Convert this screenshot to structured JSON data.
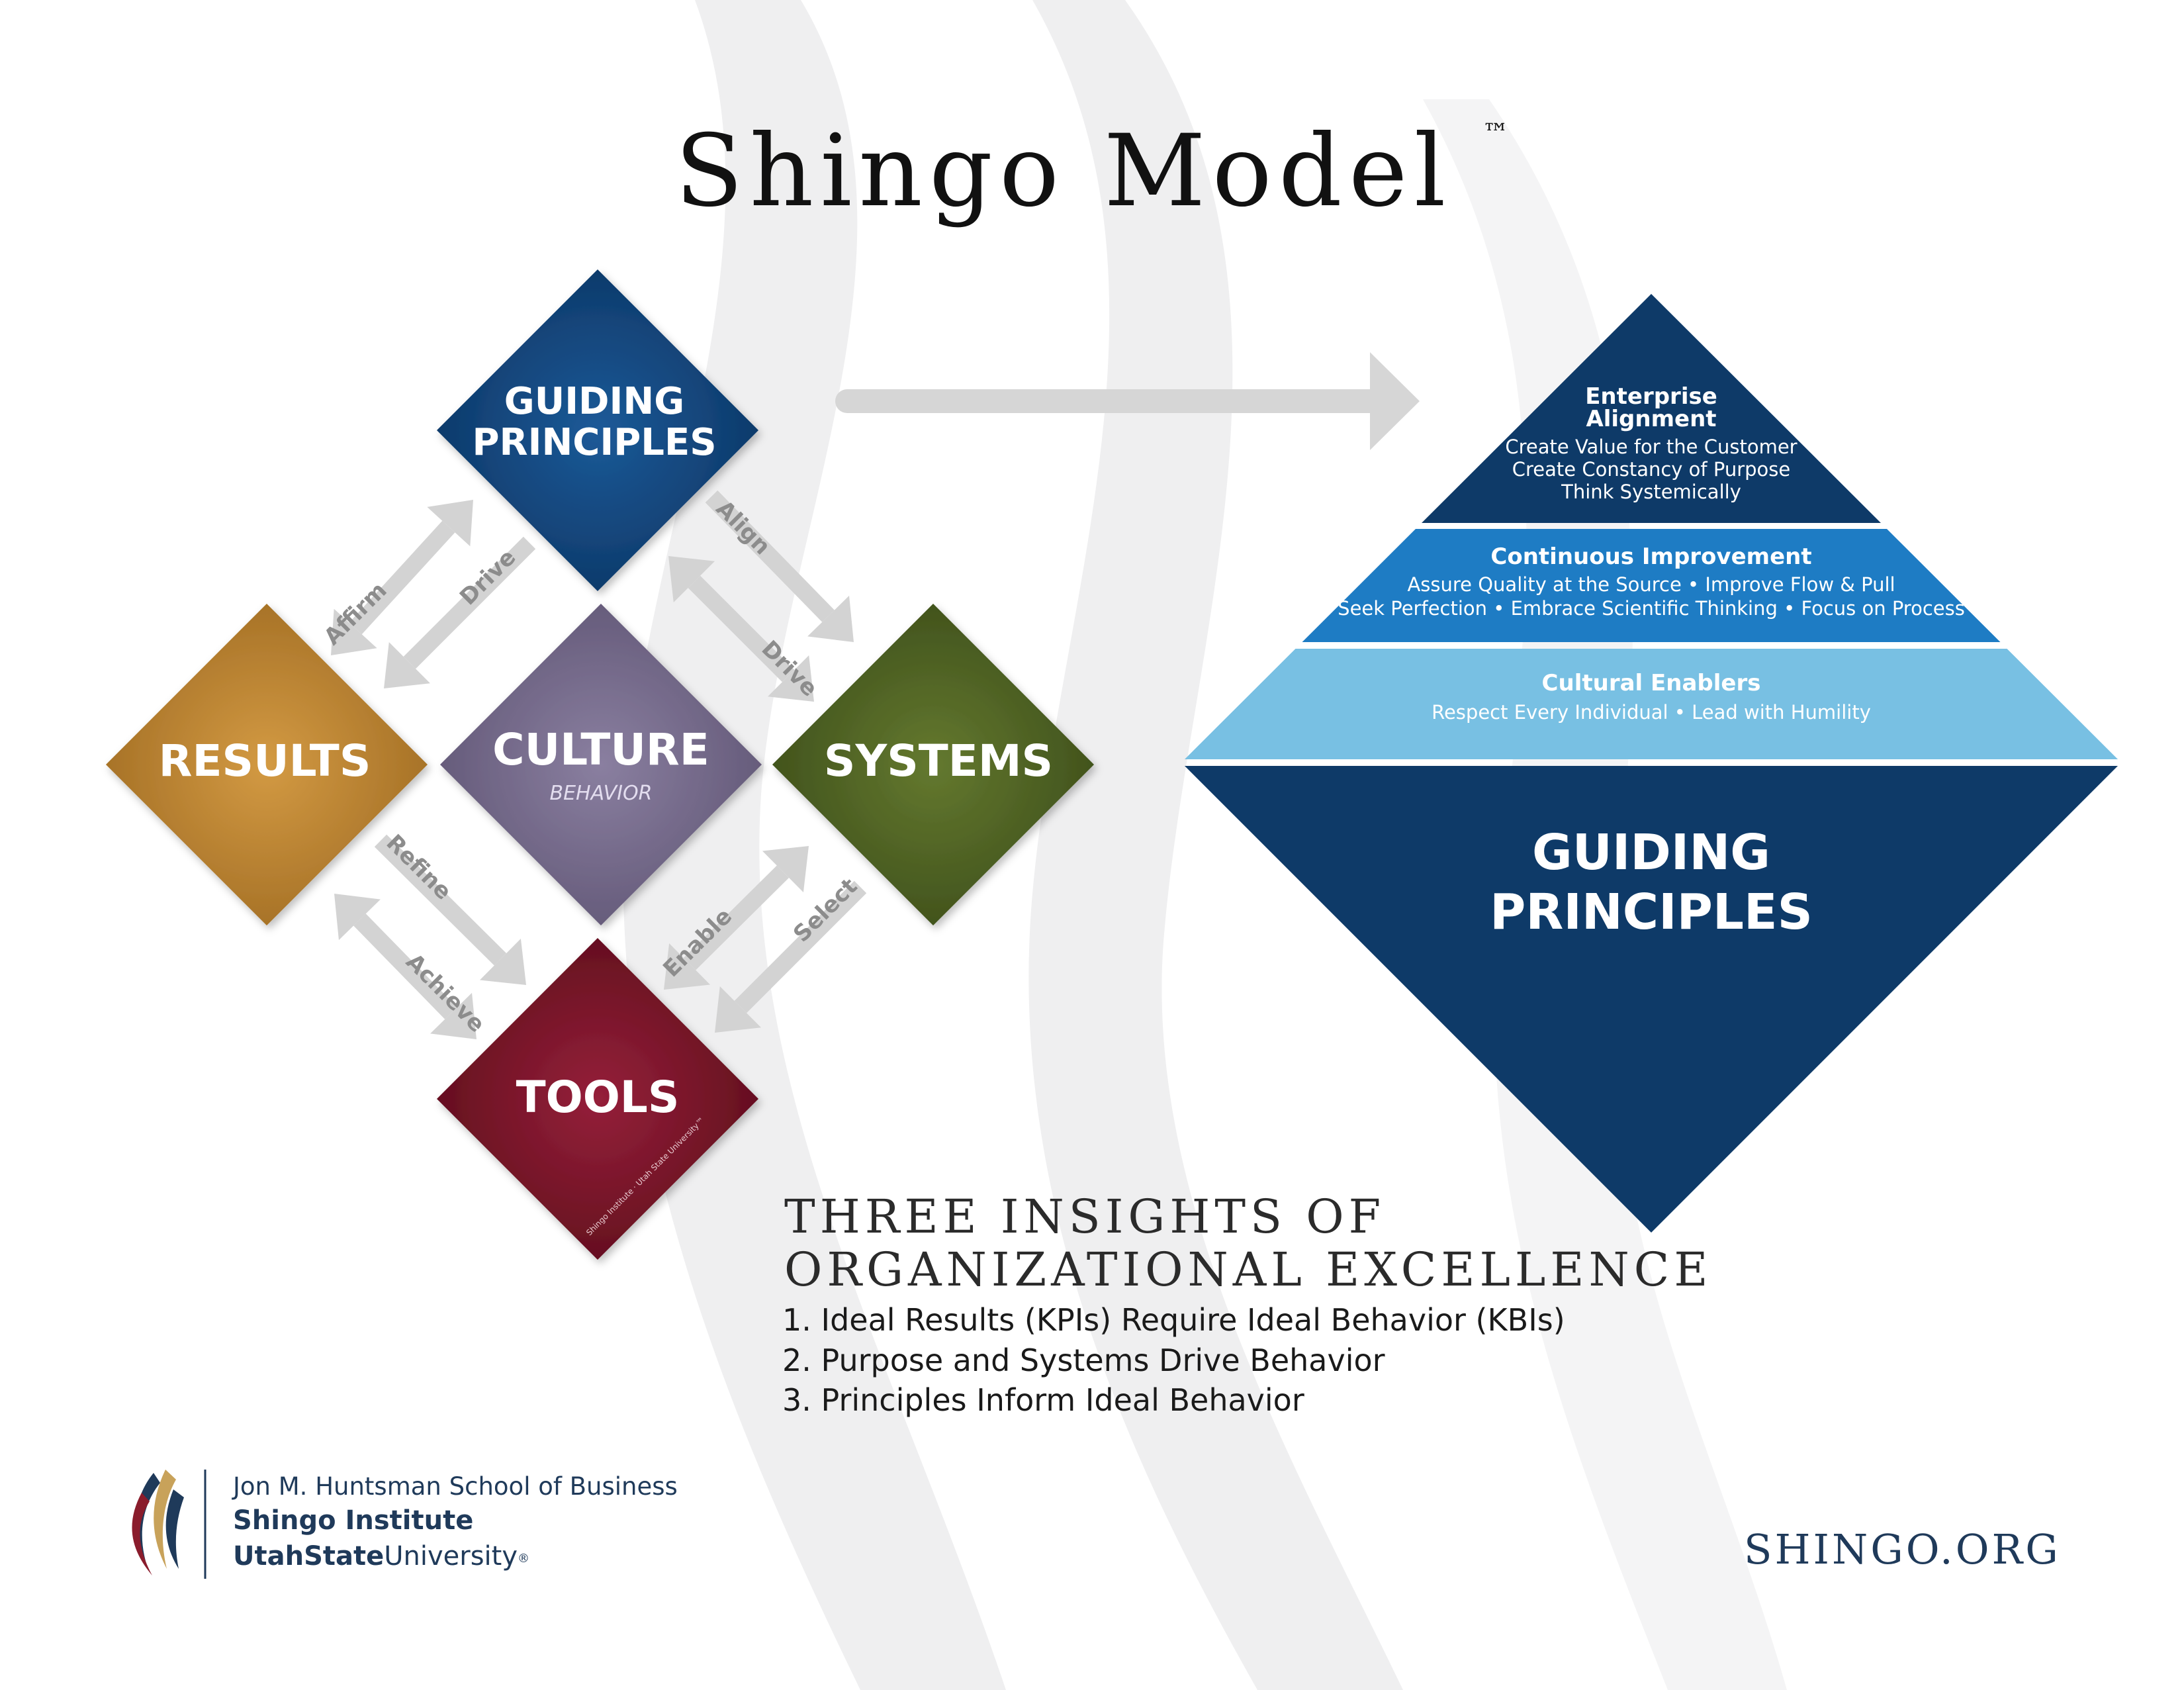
{
  "title": {
    "main": "Shingo Model",
    "trademark": "™"
  },
  "model": {
    "guiding_principles": "GUIDING\nPRINCIPLES",
    "results": "RESULTS",
    "culture": "CULTURE",
    "culture_sub": "BEHAVIOR",
    "systems": "SYSTEMS",
    "tools": "TOOLS",
    "tools_footnote": "Shingo Institute · Utah State University™"
  },
  "arrows": {
    "affirm": "Affirm",
    "drive_left": "Drive",
    "align": "Align",
    "drive_right": "Drive",
    "refine": "Refine",
    "achieve": "Achieve",
    "enable": "Enable",
    "select": "Select"
  },
  "pyramid": {
    "tier1_title": "Enterprise\nAlignment",
    "tier1_lines": [
      "Create Value for the Customer",
      "Create Constancy of Purpose",
      "Think Systemically"
    ],
    "tier2_title": "Continuous Improvement",
    "tier2_lines": [
      "Assure Quality at the Source • Improve Flow & Pull",
      "Seek Perfection • Embrace Scientific Thinking • Focus on Process"
    ],
    "tier3_title": "Cultural Enablers",
    "tier3_lines": [
      "Respect Every Individual • Lead with Humility"
    ],
    "base_label": "GUIDING\nPRINCIPLES"
  },
  "insights": {
    "heading_line1": "THREE INSIGHTS OF",
    "heading_line2": "ORGANIZATIONAL EXCELLENCE",
    "items": [
      "1. Ideal Results (KPIs) Require Ideal Behavior (KBIs)",
      "2. Purpose and Systems Drive Behavior",
      "3. Principles Inform Ideal Behavior"
    ]
  },
  "footer": {
    "school": "Jon M. Huntsman School of Business",
    "institute": "Shingo Institute",
    "university_bold": "UtahState",
    "university_rest": "University",
    "university_mark": "®",
    "website": "SHINGO.ORG"
  },
  "colors": {
    "guiding": "#0f3f73",
    "results": "#b07c2c",
    "culture": "#6f6584",
    "systems": "#4b5f22",
    "tools": "#701222",
    "tier1": "#0e3a68",
    "tier2": "#1e7cc4",
    "tier3": "#78c0e3",
    "base": "#0e3a68",
    "arrow": "#d3d3d3"
  }
}
